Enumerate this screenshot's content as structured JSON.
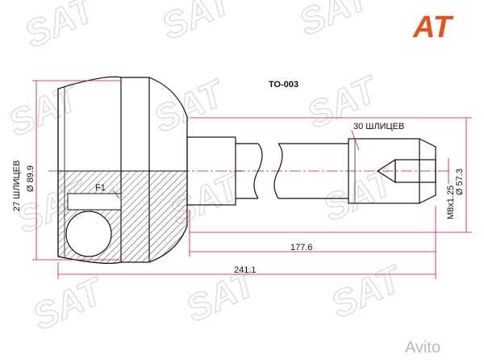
{
  "part_code": "TO-003",
  "brand_logo": {
    "text": "AT",
    "accent": "#e8501e",
    "dark": "#222222"
  },
  "watermark": {
    "text": "SAT",
    "color": "#d9d9d9"
  },
  "watermark_avito": "Avito",
  "dimensions": {
    "outer_splines": "27 ШЛИЦЕВ",
    "outer_diameter": "Ø 89.9",
    "inner_splines": "30 ШЛИЦЕВ",
    "inner_diameter": "Ø 57.3",
    "thread": "M8x1.25",
    "shaft_length": "177.6",
    "total_length": "241.1",
    "flag": "F1"
  },
  "colors": {
    "line": "#111111",
    "dim": "#c8102e",
    "hatch": "#444444"
  }
}
